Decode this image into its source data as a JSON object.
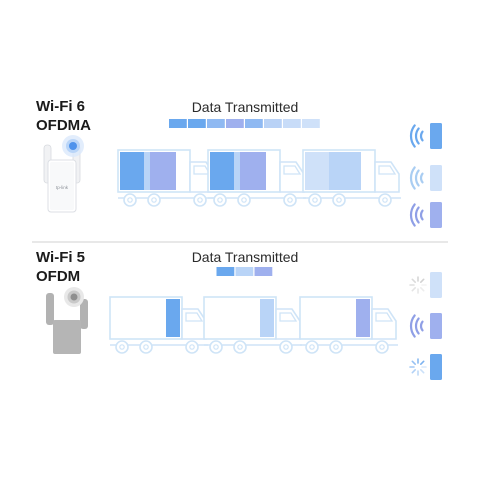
{
  "wifi6": {
    "title_line1": "Wi-Fi 6",
    "title_line2": "OFDMA",
    "data_label": "Data Transmitted",
    "device_logo": "tp-link",
    "bar_segments": [
      "#6aa8ee",
      "#6aa8ee",
      "#8fb9f2",
      "#9fb0ee",
      "#8fb9f2",
      "#b9d2f6",
      "#c8dcf8",
      "#cfe1f9"
    ],
    "trucks": [
      {
        "cargo": [
          "#6aa8ee",
          "#b9d4f7",
          "#9fb0ee"
        ]
      },
      {
        "cargo": [
          "#6aa8ee",
          "#b9d4f7",
          "#9fb0ee"
        ]
      },
      {
        "cargo": [
          "#cfe1f9",
          "#b9d4f7",
          "#b9d4f7"
        ]
      }
    ],
    "clients": [
      {
        "color": "#6aa8ee",
        "wave": "#6aa8ee",
        "signal": "wifi-waves-icon"
      },
      {
        "color": "#cfe1f9",
        "wave": "#a9cdf2",
        "signal": "wifi-waves-icon"
      },
      {
        "color": "#9fb0ee",
        "wave": "#8f9fe6",
        "signal": "wifi-waves-icon"
      }
    ]
  },
  "wifi5": {
    "title_line1": "Wi-Fi 5",
    "title_line2": "OFDM",
    "data_label": "Data Transmitted",
    "bar_segments": [
      "#6aa8ee",
      "#b9d4f7",
      "#9fb0ee"
    ],
    "trucks": [
      {
        "cargo": [
          "#6aa8ee"
        ]
      },
      {
        "cargo": [
          "#b9d4f7"
        ]
      },
      {
        "cargo": [
          "#9fb0ee"
        ]
      }
    ],
    "clients": [
      {
        "color": "#cfe1f9",
        "wave": "#cccccc",
        "signal": "loading-spinner-icon"
      },
      {
        "color": "#9fb0ee",
        "wave": "#8f9fe6",
        "signal": "wifi-waves-icon"
      },
      {
        "color": "#6aa8ee",
        "wave": "#6aa8ee",
        "signal": "loading-spinner-icon"
      }
    ]
  }
}
